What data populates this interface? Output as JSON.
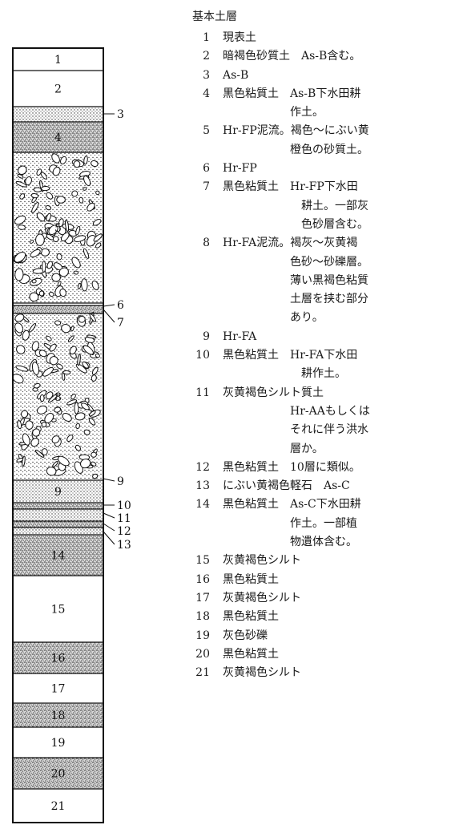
{
  "title": "基本土層",
  "column": {
    "layers": [
      {
        "no": "1",
        "fill": "blank"
      },
      {
        "no": "2",
        "fill": "blank"
      },
      {
        "no": "3",
        "fill": "dots"
      },
      {
        "no": "4",
        "fill": "dense"
      },
      {
        "no": "5",
        "fill": "pebbles"
      },
      {
        "no": "6",
        "fill": "line"
      },
      {
        "no": "7",
        "fill": "dense"
      },
      {
        "no": "8",
        "fill": "pebbles"
      },
      {
        "no": "9",
        "fill": "dots"
      },
      {
        "no": "10",
        "fill": "dense"
      },
      {
        "no": "11",
        "fill": "dots"
      },
      {
        "no": "12",
        "fill": "dense"
      },
      {
        "no": "13",
        "fill": "dots"
      },
      {
        "no": "14",
        "fill": "dense"
      },
      {
        "no": "15",
        "fill": "blank"
      },
      {
        "no": "16",
        "fill": "dense"
      },
      {
        "no": "17",
        "fill": "blank"
      },
      {
        "no": "18",
        "fill": "dense"
      },
      {
        "no": "19",
        "fill": "blank"
      },
      {
        "no": "20",
        "fill": "dense"
      },
      {
        "no": "21",
        "fill": "blank"
      }
    ]
  },
  "legend": [
    {
      "no": "1",
      "lines": [
        "現表土"
      ]
    },
    {
      "no": "2",
      "lines": [
        "暗褐色砂質土　As-B含む。"
      ]
    },
    {
      "no": "3",
      "lines": [
        "As-B"
      ]
    },
    {
      "no": "4",
      "lines": [
        "黒色粘質土　As-B下水田耕",
        "　　　　　　作土。"
      ]
    },
    {
      "no": "5",
      "lines": [
        "Hr-FP泥流。褐色～にぶい黄",
        "　　　　　　橙色の砂質土。"
      ]
    },
    {
      "no": "6",
      "lines": [
        "Hr-FP"
      ]
    },
    {
      "no": "7",
      "lines": [
        "黒色粘質土　Hr-FP下水田",
        "　　　　　　　耕土。一部灰",
        "　　　　　　　色砂層含む。"
      ]
    },
    {
      "no": "8",
      "lines": [
        "Hr-FA泥流。褐灰～灰黄褐",
        "　　　　　　色砂～砂礫層。",
        "　　　　　　薄い黒褐色粘質",
        "　　　　　　土層を挟む部分",
        "　　　　　　あり。"
      ]
    },
    {
      "no": "9",
      "lines": [
        "Hr-FA"
      ]
    },
    {
      "no": "10",
      "lines": [
        "黒色粘質土　Hr-FA下水田",
        "　　　　　　　耕作土。"
      ]
    },
    {
      "no": "11",
      "lines": [
        "灰黄褐色シルト質土",
        "　　　　　　Hr-AAもしくは",
        "　　　　　　それに伴う洪水",
        "　　　　　　層か。"
      ]
    },
    {
      "no": "12",
      "lines": [
        "黒色粘質土　10層に類似。"
      ]
    },
    {
      "no": "13",
      "lines": [
        "にぶい黄褐色軽石　As-C"
      ]
    },
    {
      "no": "14",
      "lines": [
        "黒色粘質土　As-C下水田耕",
        "　　　　　　作土。一部植",
        "　　　　　　物遺体含む。"
      ]
    },
    {
      "no": "15",
      "lines": [
        "灰黄褐色シルト"
      ]
    },
    {
      "no": "16",
      "lines": [
        "黒色粘質土"
      ]
    },
    {
      "no": "17",
      "lines": [
        "灰黄褐色シルト"
      ]
    },
    {
      "no": "18",
      "lines": [
        "黒色粘質土"
      ]
    },
    {
      "no": "19",
      "lines": [
        "灰色砂礫"
      ]
    },
    {
      "no": "20",
      "lines": [
        "黒色粘質土"
      ]
    },
    {
      "no": "21",
      "lines": [
        "灰黄褐色シルト"
      ]
    }
  ],
  "side_labels": [
    "3",
    "6",
    "7",
    "9",
    "10",
    "11",
    "12",
    "13"
  ]
}
